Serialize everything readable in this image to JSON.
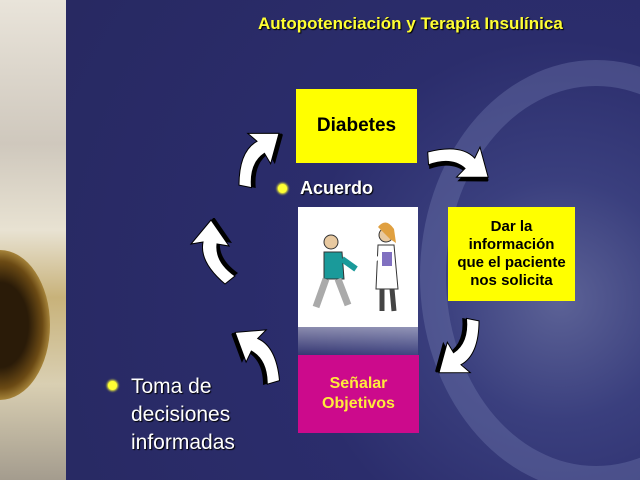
{
  "title": "Autopotenciación y Terapia Insulínica",
  "boxes": {
    "diabetes": "Diabetes",
    "dar": [
      "Dar la",
      "información",
      "que el paciente",
      "nos solicita"
    ],
    "senalar": [
      "Señalar",
      "Objetivos"
    ]
  },
  "bullets": {
    "acuerdo": "Acuerdo",
    "toma": [
      "Toma de",
      "decisiones",
      "informadas"
    ]
  },
  "colors": {
    "background": "#2b2d6c",
    "yellow": "#ffff00",
    "magenta": "#cc0a8c",
    "title": "#ffff33"
  }
}
